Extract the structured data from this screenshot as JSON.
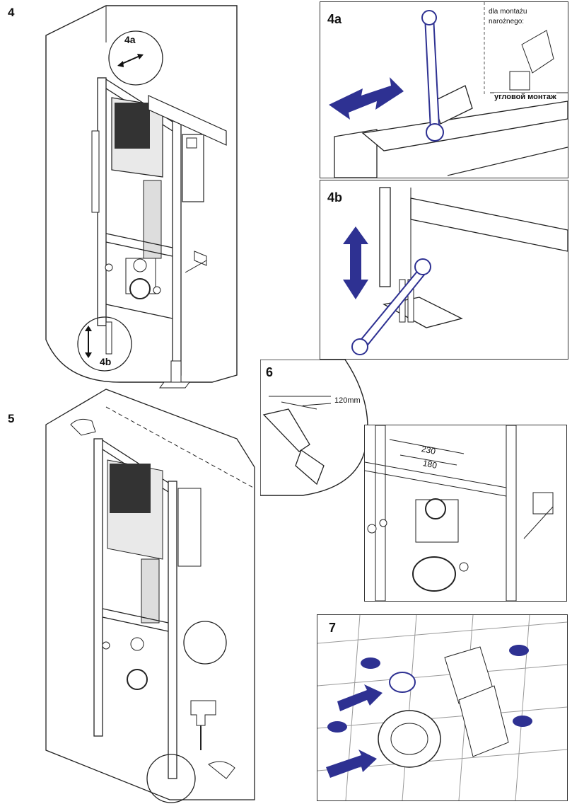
{
  "steps": {
    "s4": "4",
    "s5": "5",
    "s6": "6",
    "s7": "7"
  },
  "callouts": {
    "c4a": "4a",
    "c4b": "4b"
  },
  "panel_4a": {
    "label": "4a",
    "note_line1": "dla montażu",
    "note_line2": "narożnego:",
    "corner_text": "угловой монтаж"
  },
  "panel_4b": {
    "label": "4b"
  },
  "panel_6": {
    "label": "6",
    "measure": "120mm"
  },
  "panel_dims": {
    "d230": "230",
    "d180": "180"
  },
  "panel_7": {
    "label": "7"
  },
  "colors": {
    "arrow_blue": "#2e3192",
    "line": "#222222"
  }
}
